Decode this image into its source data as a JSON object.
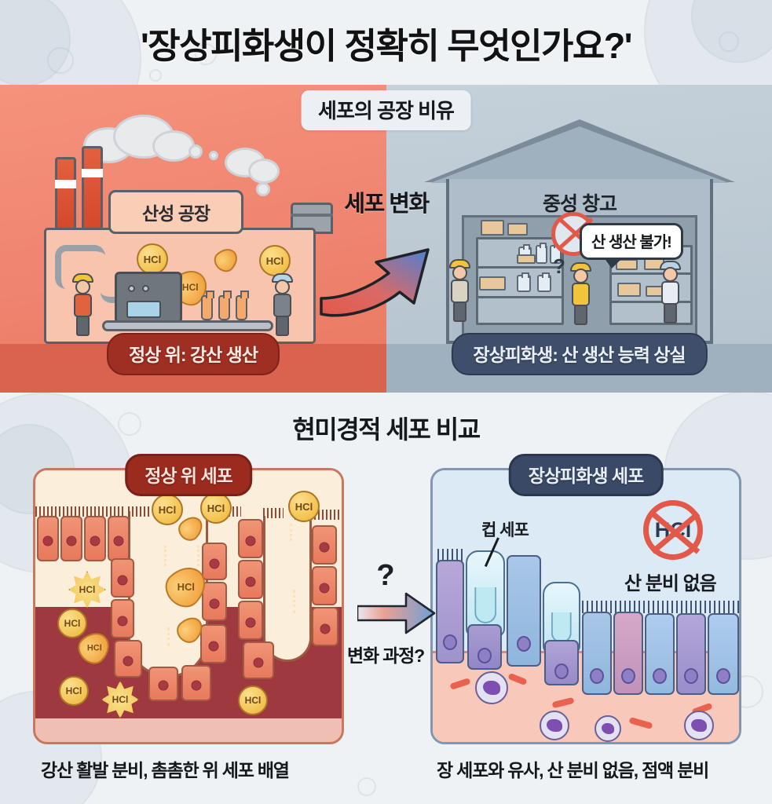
{
  "header": {
    "title": "'장상피화생이 정확히 무엇인가요?'"
  },
  "top_panel": {
    "metaphor_chip": "세포의 공장 비유",
    "change_label": "세포 변화",
    "left": {
      "sign_label": "산성 공장",
      "caption": "정상 위: 강산 생산",
      "hcl_badges": [
        "HCl",
        "HCl",
        "HCl"
      ]
    },
    "right": {
      "building_title": "중성 창고",
      "speech_bubble": "산 생산 불가!",
      "question_mark": "?",
      "caption": "장상피화생: 산 생산 능력 상실"
    }
  },
  "bottom_section": {
    "section_title": "현미경적 세포 비교",
    "left_card": {
      "pill_label": "정상 위 세포",
      "note": "강산 활발 분비, 촘촘한 위 세포 배열",
      "hcl_labels": [
        "HCl",
        "HCl",
        "HCl",
        "HCl",
        "HCl",
        "HCl",
        "HCl",
        "HCl",
        "HCl"
      ]
    },
    "right_card": {
      "pill_label": "장상피화생 세포",
      "note": "장 세포와 유사, 산 분비 없음, 점액 분비",
      "goblet_label": "컵 세포",
      "no_acid_badge": "HCl",
      "no_acid_text": "산 분비 없음"
    },
    "transition": {
      "question": "?",
      "label": "변화 과정?"
    }
  },
  "colors": {
    "acid_panel": "#ef8470",
    "neutral_panel": "#bcc9d3",
    "caption_red": "#9e2f22",
    "caption_navy": "#3f4f6b",
    "hcl_gold": "#f3c24e",
    "warning_red": "#e2594a",
    "background": "#eff2f5"
  }
}
